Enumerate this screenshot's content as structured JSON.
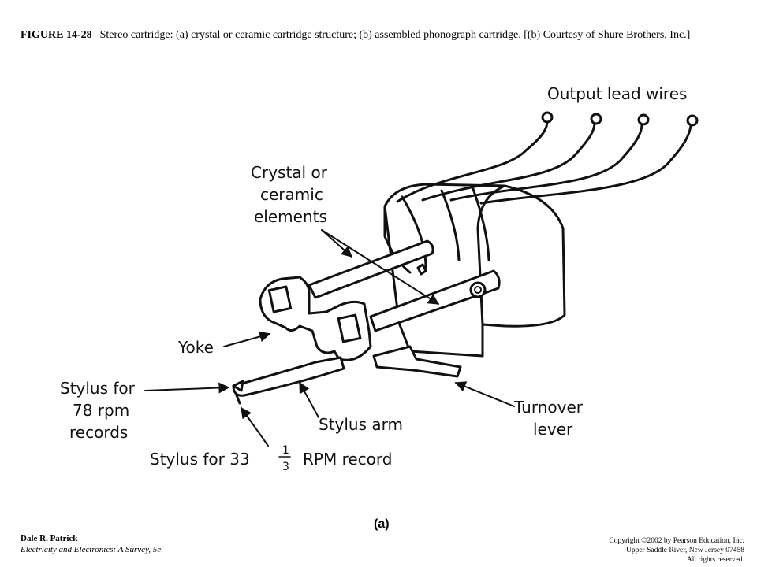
{
  "caption": {
    "figure": "FIGURE 14-28",
    "text": "Stereo cartridge: (a) crystal or ceramic cartridge structure; (b) assembled phonograph cartridge. [(b) Courtesy of Shure Brothers, Inc.]"
  },
  "diagram": {
    "labels": {
      "output_lead_wires": "Output lead wires",
      "crystal_line1": "Crystal or",
      "crystal_line2": "ceramic",
      "crystal_line3": "elements",
      "yoke": "Yoke",
      "stylus78_line1": "Stylus for",
      "stylus78_line2": "78 rpm",
      "stylus78_line3": "records",
      "stylus_arm": "Stylus arm",
      "turnover_line1": "Turnover",
      "turnover_line2": "lever",
      "stylus33_prefix": "Stylus for 33",
      "stylus33_num": "1",
      "stylus33_den": "3",
      "stylus33_suffix": "RPM record"
    },
    "sublabel": "(a)"
  },
  "footer": {
    "author": "Dale R. Patrick",
    "book": "Electricity and Electronics: A Survey, 5e",
    "copyright": "Copyright ©2002 by Pearson Education, Inc.",
    "address": "Upper Saddle River, New Jersey 07458",
    "rights": "All rights reserved."
  }
}
